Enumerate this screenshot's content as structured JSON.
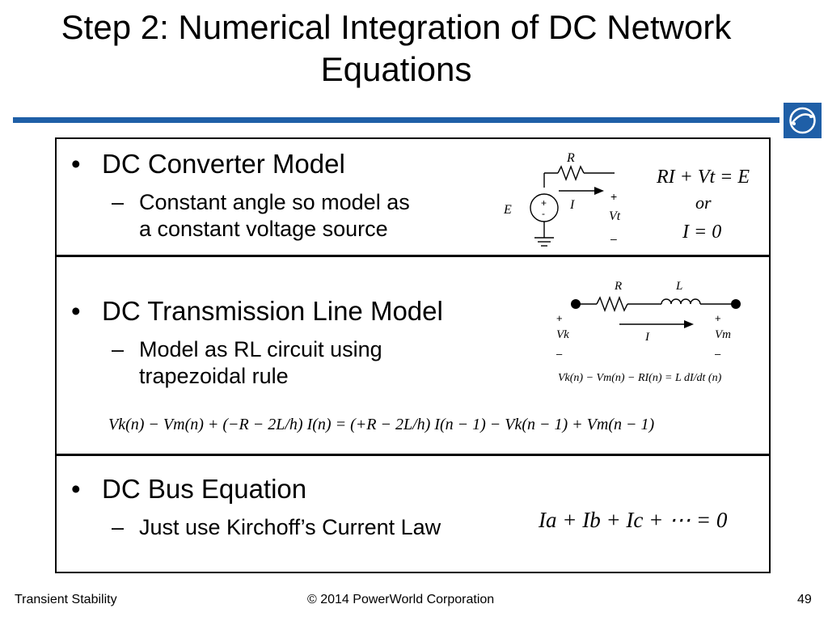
{
  "title": "Step 2: Numerical Integration of DC Network Equations",
  "sections": {
    "converter": {
      "bullet": "DC Converter Model",
      "sub_line1": "Constant angle so model as",
      "sub_line2": "a constant voltage source",
      "circuit": {
        "R": "R",
        "I": "I",
        "E": "E",
        "plus_sign": "+",
        "minus_sign": "-",
        "vt_plus": "+",
        "vt_label": "Vt",
        "vt_minus": "–"
      },
      "eq1": "RI + Vt = E",
      "eq_or": "or",
      "eq2": "I = 0"
    },
    "line": {
      "bullet": "DC Transmission Line Model",
      "sub_line1": "Model as RL circuit using",
      "sub_line2": "trapezoidal rule",
      "circuit": {
        "R": "R",
        "L": "L",
        "I": "I",
        "vk_plus": "+",
        "vk_label": "Vk",
        "vk_minus": "–",
        "vm_plus": "+",
        "vm_label": "Vm",
        "vm_minus": "–"
      },
      "ode": "Vk(n) − Vm(n) − RI(n) = L dI/dt (n)",
      "discrete_eq": "Vk(n) − Vm(n) + (−R − 2L/h) I(n) = (+R − 2L/h) I(n − 1) − Vk(n − 1) + Vm(n − 1)"
    },
    "bus": {
      "bullet": "DC Bus Equation",
      "sub_line1": "Just use Kirchoff’s Current Law",
      "eq": "Ia + Ib + Ic + ⋯ = 0"
    }
  },
  "footer": {
    "left": "Transient Stability",
    "center": "© 2014 PowerWorld Corporation",
    "page": "49"
  },
  "colors": {
    "accent_rule": "#1f5fa7",
    "logo_bg": "#1f5fa7"
  },
  "icons": {
    "logo": "powerworld-globe-logo"
  }
}
